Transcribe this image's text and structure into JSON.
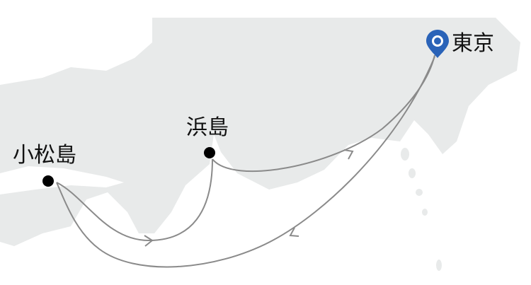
{
  "places": {
    "tokyo": {
      "label": "東京"
    },
    "hamashima": {
      "label": "浜島"
    },
    "komatsushima": {
      "label": "小松島"
    }
  },
  "routes": [
    {
      "from": "小松島",
      "to": "浜島"
    },
    {
      "from": "浜島",
      "to": "東京"
    },
    {
      "from": "東京",
      "to": "小松島"
    }
  ],
  "colors": {
    "land": "#e8eaea",
    "route": "#8a8a8a",
    "pin": "#2a63b8",
    "dot": "#000000"
  }
}
